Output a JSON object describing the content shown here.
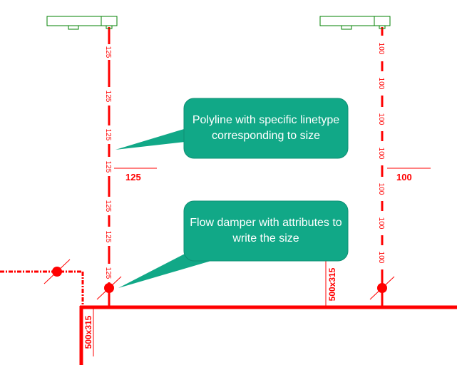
{
  "colors": {
    "duct": "#ff0000",
    "fixture": "#008000",
    "callout_fill": "#11a887",
    "callout_text": "#ffffff",
    "leader": "#555555"
  },
  "labels": {
    "left_riser_size": "125",
    "right_riser_size": "100",
    "left_riser_tag": "125",
    "right_riser_tag": "100",
    "main_duct_size": "500x315",
    "vertical_duct_size": "500x315"
  },
  "callouts": [
    {
      "text": "Polyline with specific linetype corresponding to size"
    },
    {
      "text": "Flow damper with attributes to write the size"
    }
  ],
  "icons": {
    "fixture": "diffuser-icon",
    "damper": "flow-damper-icon"
  }
}
